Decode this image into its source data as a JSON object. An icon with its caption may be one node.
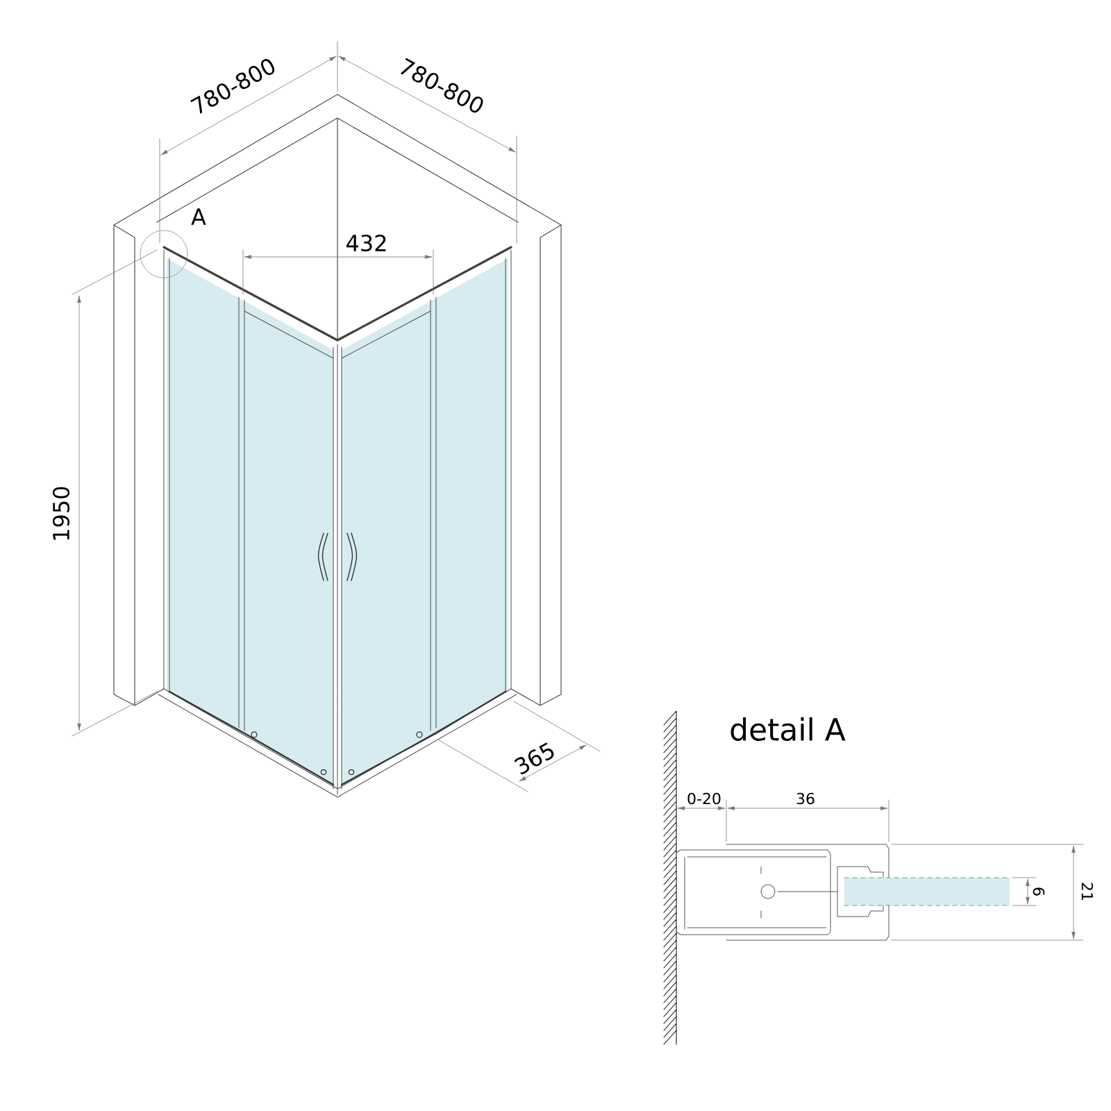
{
  "diagram": {
    "labels": [
      "780-800",
      "780-800",
      "A",
      "432",
      "1950",
      "365",
      "detail A",
      "0-20",
      "36",
      "6",
      "21"
    ]
  }
}
